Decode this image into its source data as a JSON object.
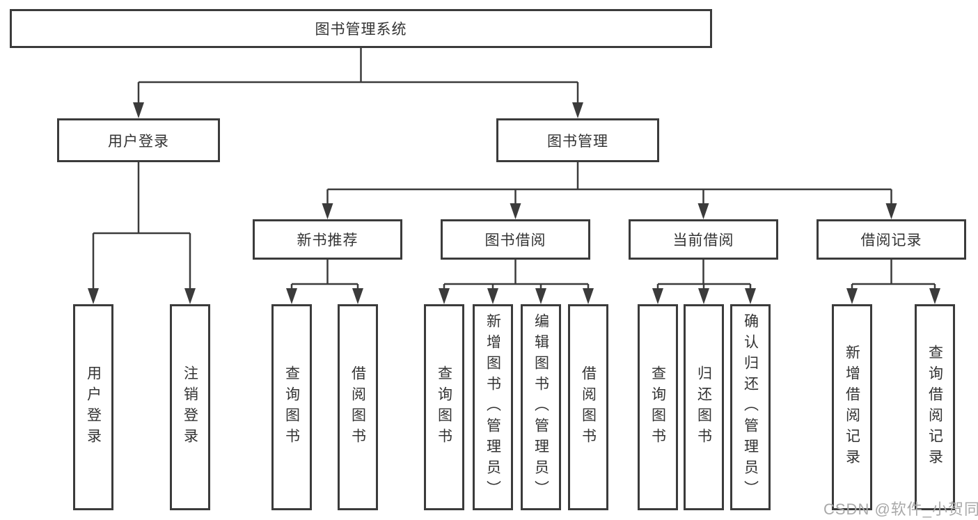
{
  "diagram": {
    "root": "图书管理系统",
    "login_branch": {
      "label": "用户登录",
      "leaves": [
        "用户登录",
        "注销登录"
      ]
    },
    "mgmt_branch": {
      "label": "图书管理",
      "groups": [
        {
          "label": "新书推荐",
          "leaves": [
            "查询图书",
            "借阅图书"
          ]
        },
        {
          "label": "图书借阅",
          "leaves": [
            "查询图书",
            "新增图书（管理员）",
            "编辑图书（管理员）",
            "借阅图书"
          ]
        },
        {
          "label": "当前借阅",
          "leaves": [
            "查询图书",
            "归还图书",
            "确认归还（管理员）"
          ]
        },
        {
          "label": "借阅记录",
          "leaves": [
            "新增借阅记录",
            "查询借阅记录"
          ]
        }
      ]
    }
  },
  "watermark": "CSDN @软件_小贺同学",
  "colors": {
    "line": "#3b3b3b",
    "text": "#333333",
    "watermark": "#a9a9a9"
  }
}
